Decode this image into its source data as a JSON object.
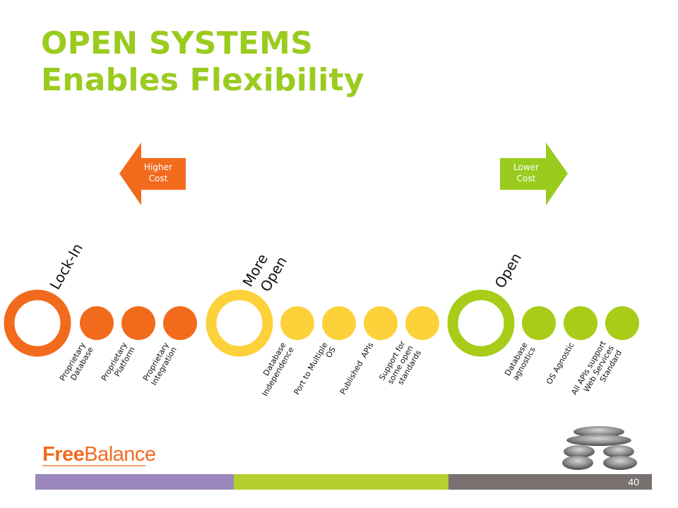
{
  "title": {
    "line1": "OPEN SYSTEMS",
    "line2": "Enables Flexibility"
  },
  "arrows": {
    "left": {
      "label_line1": "Higher",
      "label_line2": "Cost",
      "color": "#f26b1d"
    },
    "right": {
      "label_line1": "Lower",
      "label_line2": "Cost",
      "color": "#9acb1f"
    }
  },
  "groups": [
    {
      "heading": [
        "Lock-In"
      ],
      "color": "#f26b1d",
      "items": [
        [
          "Proprietary",
          "Database"
        ],
        [
          "Proprietary",
          "Platform"
        ],
        [
          "Proprietary",
          "Integration"
        ]
      ]
    },
    {
      "heading": [
        "More",
        "Open"
      ],
      "color": "#fdd13a",
      "items": [
        [
          "Database",
          "Independence"
        ],
        [
          "Port to Multiple",
          "OS"
        ],
        [
          "Published  APIs"
        ],
        [
          "Support for",
          "some open",
          "standards"
        ]
      ]
    },
    {
      "heading": [
        "Open"
      ],
      "color": "#a8cc17",
      "items": [
        [
          "Database",
          "agnostics"
        ],
        [
          "OS Agnostic"
        ],
        [
          "All APIs support",
          "Web Services",
          "Standard"
        ]
      ]
    }
  ],
  "logo": {
    "part1": "Free",
    "part2": "Balance"
  },
  "footer": {
    "page_number": "40",
    "colors": [
      "#9b86bd",
      "#b5cf2e",
      "#797070"
    ]
  }
}
